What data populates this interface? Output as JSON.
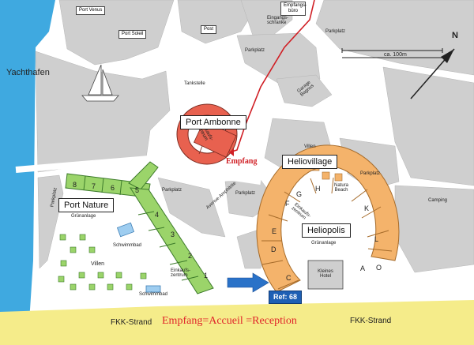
{
  "water_label": "Yachthafen",
  "buildings": {
    "port_venus": "Port Venus",
    "port_soleil": "Port Soleil",
    "post": "Post",
    "empfangsburo": "Empfangs-büro",
    "eingangsschranke": "Eingangs-schranke",
    "parkplatz_top": "Parkplatz",
    "parkplatz_mid": "Parkplatz",
    "garage": "Garage Bagnus",
    "tankstelle": "Tankstelle",
    "einkaufszentrum_ambonne": "Einkaufs-zentrum",
    "villen_small": "Villen",
    "parkplatz_helio": "Parkplatz",
    "parkplatz_center": "Parkplatz",
    "parkplatz_nature": "Parkplatz",
    "parkplatz_side": "Parkplatz",
    "camping": "Camping",
    "avenue": "Avenue Amphitrite",
    "gruenanlage_nature": "Grünanlage",
    "gruenanlage_helio": "Grünanlage",
    "schwimmbad_1": "Schwimmbad",
    "schwimmbad_2": "Schwimmbad",
    "villen_nature": "Villen",
    "einkaufszentrum_nature": "Einkaufs-zentrum",
    "einkaufszentrum_helio": "Einkaufs-zentrum",
    "kleines_hotel": "Kleines Hotel",
    "natura_beach": "Natura Beach"
  },
  "areas": {
    "port_ambonne": "Port Ambonne",
    "heliovillage": "Heliovillage",
    "port_nature": "Port Nature",
    "heliopolis": "Heliopolis"
  },
  "empfang_label": "Empfang",
  "ref_label": "Ref: 68",
  "scale_label": "ca. 100m",
  "north_label": "N",
  "beach": {
    "left": "FKK-Strand",
    "right": "FKK-Strand",
    "center": "Empfang=Accueil =Reception"
  },
  "nature_numbers": [
    "8",
    "7",
    "6",
    "5",
    "4",
    "3",
    "2",
    "1"
  ],
  "helio_letters": [
    "F",
    "G",
    "H",
    "K",
    "L",
    "E",
    "D",
    "C",
    "A",
    "O"
  ],
  "colors": {
    "water": "#3fa9e0",
    "sand": "#f5ec8a",
    "green": "#9bd46a",
    "orange": "#f4b36b",
    "red": "#e8614f",
    "road": "#ffffff",
    "block": "#cfcfcf",
    "empfang": "#e0242a",
    "ref_bg": "#1e5fb4"
  }
}
